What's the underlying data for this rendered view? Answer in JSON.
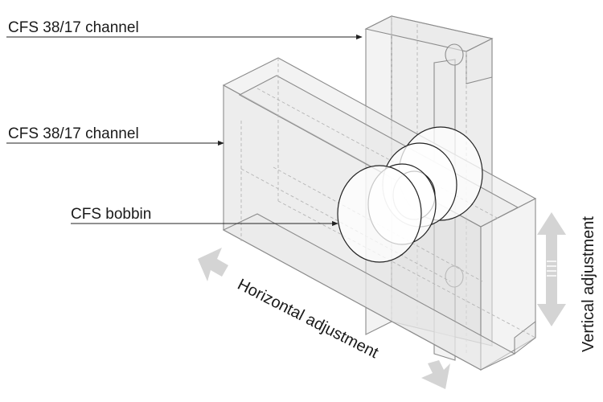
{
  "labels": {
    "vertical_channel": "CFS 38/17 channel",
    "horizontal_channel": "CFS 38/17 channel",
    "bobbin": "CFS bobbin"
  },
  "adjustments": {
    "horizontal": "Horizontal adjustment",
    "vertical": "Vertical adjustment"
  },
  "colors": {
    "line": "#222222",
    "edge": "#8c8c8c",
    "fill": "#e9e9e9",
    "arrow": "#d4d4d4"
  }
}
